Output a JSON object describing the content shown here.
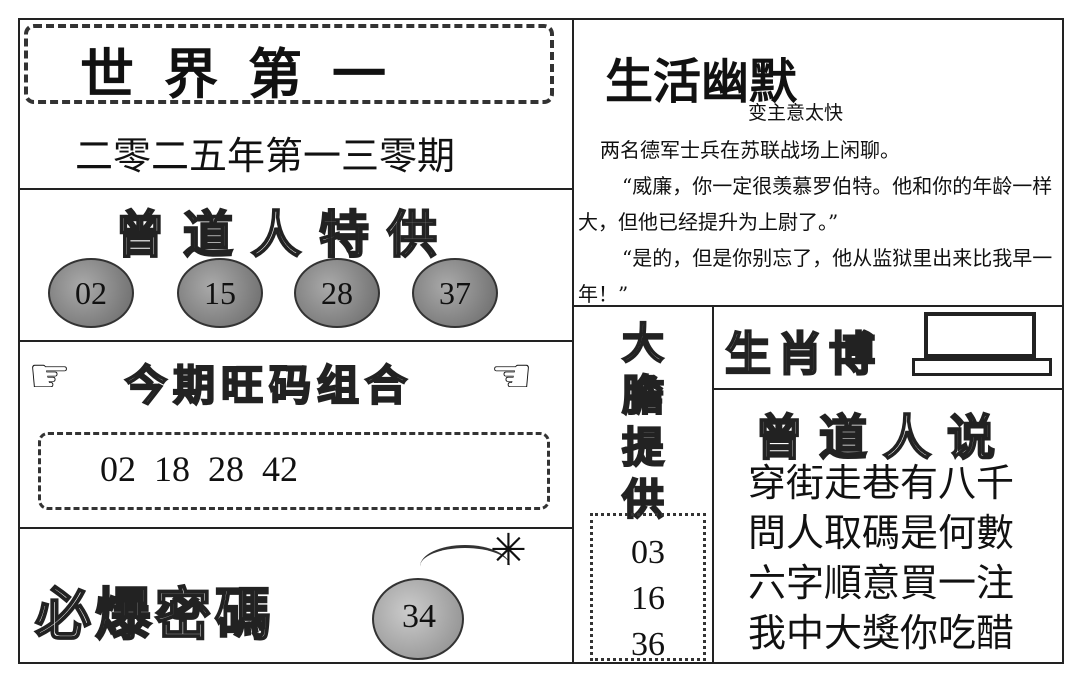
{
  "header": {
    "title": "世界第一",
    "issue": "二零二五年第一三零期"
  },
  "special": {
    "title": "曾道人特供",
    "numbers": [
      "02",
      "15",
      "28",
      "37"
    ]
  },
  "combo": {
    "title": "今期旺码组合",
    "numbers": "02  18  28  42"
  },
  "bomb": {
    "title": "必爆密碼",
    "number": "34"
  },
  "humor": {
    "title": "生活幽默",
    "subtitle": "变主意太快",
    "paragraphs": [
      "两名德军士兵在苏联战场上闲聊。",
      "“威廉，你一定很羡慕罗伯特。他和你的年龄一样大，但他已经提升为上尉了。”",
      "“是的，但是你别忘了，他从监狱里出来比我早一年！”"
    ]
  },
  "bold_offer": {
    "title": "大膽提供",
    "numbers": [
      "03",
      "16",
      "36"
    ]
  },
  "zodiac": {
    "title": "生肖博"
  },
  "saying": {
    "title": "曾道人说",
    "lines": [
      "穿街走巷有八千",
      "問人取碼是何數",
      "六字順意買一注",
      "我中大獎你吃醋"
    ]
  }
}
